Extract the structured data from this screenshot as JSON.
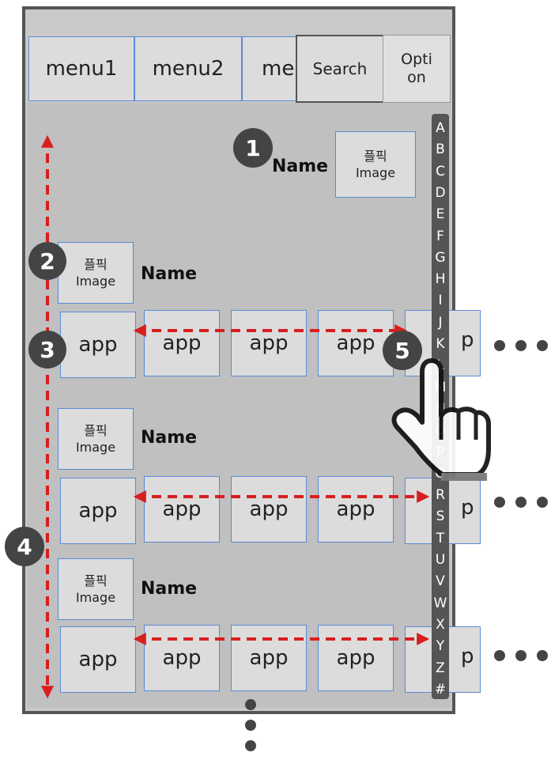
{
  "menu": {
    "tabs": [
      {
        "label": "menu1"
      },
      {
        "label": "menu2"
      },
      {
        "label": "me"
      }
    ],
    "search_label": "Search",
    "option_label_line1": "Opti",
    "option_label_line2": "on"
  },
  "header": {
    "name_label": "Name",
    "profile_line1": "플픽",
    "profile_line2": "Image"
  },
  "groups": [
    {
      "profile_line1": "플픽",
      "profile_line2": "Image",
      "name": "Name",
      "apps": [
        "app",
        "app",
        "app",
        "app"
      ],
      "last_app_suffix": "p"
    },
    {
      "profile_line1": "플픽",
      "profile_line2": "Image",
      "name": "Name",
      "apps": [
        "app",
        "app",
        "app",
        "app"
      ],
      "last_app_suffix": "p"
    },
    {
      "profile_line1": "플픽",
      "profile_line2": "Image",
      "name": "Name",
      "apps": [
        "app",
        "app",
        "app",
        "app"
      ],
      "last_app_suffix": "p"
    }
  ],
  "index_letters": [
    "A",
    "B",
    "C",
    "D",
    "E",
    "F",
    "G",
    "H",
    "I",
    "J",
    "K",
    "L",
    "M",
    "N",
    "O",
    "P",
    "Q",
    "R",
    "S",
    "T",
    "U",
    "V",
    "W",
    "X",
    "Y",
    "Z",
    "#"
  ],
  "annotations": [
    "1",
    "2",
    "3",
    "4",
    "5"
  ],
  "colors": {
    "arrow": "#d81e1e",
    "badge": "#444444",
    "tile_border": "#5a8ad6",
    "index_bar": "#555555"
  },
  "icons": {
    "hand": "pointing-hand-icon",
    "more": "ellipsis-dots-icon"
  }
}
